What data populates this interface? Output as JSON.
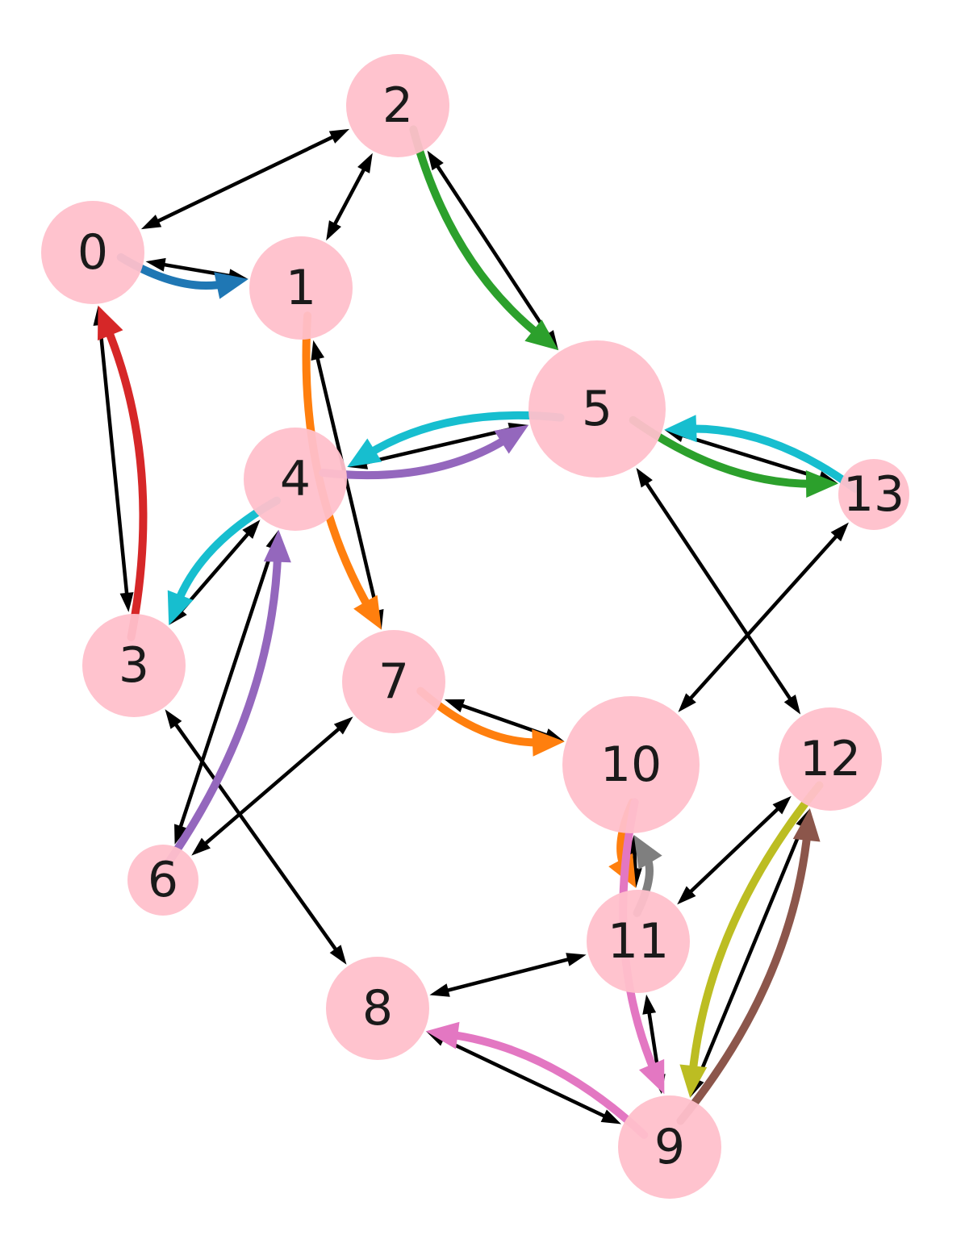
{
  "graph": {
    "node_color": "#ffc0cb",
    "bidirectional_edge_color": "#000000",
    "nodes": [
      {
        "id": "0"
      },
      {
        "id": "1"
      },
      {
        "id": "2"
      },
      {
        "id": "3"
      },
      {
        "id": "4"
      },
      {
        "id": "5"
      },
      {
        "id": "6"
      },
      {
        "id": "7"
      },
      {
        "id": "8"
      },
      {
        "id": "9"
      },
      {
        "id": "10"
      },
      {
        "id": "11"
      },
      {
        "id": "12"
      },
      {
        "id": "13"
      }
    ],
    "bidirectional_edges": [
      [
        "0",
        "2"
      ],
      [
        "1",
        "2"
      ],
      [
        "0",
        "1"
      ],
      [
        "0",
        "3"
      ],
      [
        "2",
        "5"
      ],
      [
        "1",
        "7"
      ],
      [
        "4",
        "5"
      ],
      [
        "3",
        "4"
      ],
      [
        "4",
        "6"
      ],
      [
        "5",
        "13"
      ],
      [
        "5",
        "12"
      ],
      [
        "13",
        "10"
      ],
      [
        "7",
        "10"
      ],
      [
        "6",
        "7"
      ],
      [
        "3",
        "8"
      ],
      [
        "8",
        "11"
      ],
      [
        "11",
        "12"
      ],
      [
        "12",
        "9"
      ],
      [
        "8",
        "9"
      ],
      [
        "11",
        "9"
      ],
      [
        "10",
        "11"
      ]
    ],
    "highlighted_paths": [
      {
        "color": "#1f77b4",
        "edges": [
          [
            "0",
            "1"
          ]
        ]
      },
      {
        "color": "#d62728",
        "edges": [
          [
            "3",
            "0"
          ]
        ]
      },
      {
        "color": "#2ca02c",
        "edges": [
          [
            "2",
            "5"
          ],
          [
            "5",
            "13"
          ]
        ]
      },
      {
        "color": "#ff7f0e",
        "edges": [
          [
            "1",
            "7"
          ],
          [
            "7",
            "10"
          ],
          [
            "10",
            "11"
          ]
        ]
      },
      {
        "color": "#17becf",
        "edges": [
          [
            "13",
            "5"
          ],
          [
            "5",
            "4"
          ],
          [
            "4",
            "3"
          ]
        ]
      },
      {
        "color": "#9467bd",
        "edges": [
          [
            "6",
            "4"
          ],
          [
            "4",
            "5"
          ]
        ]
      },
      {
        "color": "#7f7f7f",
        "edges": [
          [
            "11",
            "10"
          ]
        ]
      },
      {
        "color": "#e377c2",
        "edges": [
          [
            "10",
            "9"
          ],
          [
            "9",
            "8"
          ]
        ]
      },
      {
        "color": "#bcbd22",
        "edges": [
          [
            "12",
            "9"
          ]
        ]
      },
      {
        "color": "#8c564b",
        "edges": [
          [
            "9",
            "12"
          ]
        ]
      }
    ]
  }
}
